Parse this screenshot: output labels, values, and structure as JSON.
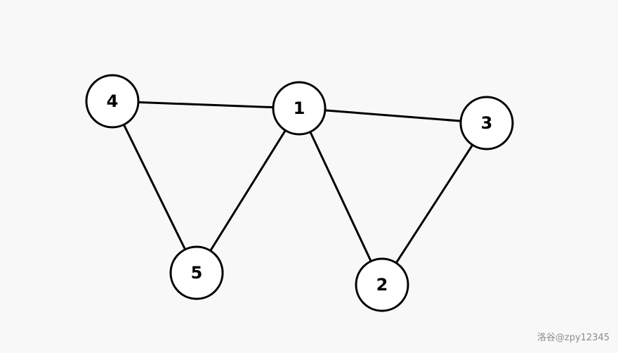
{
  "graph": {
    "nodes": [
      {
        "id": "1",
        "label": "1"
      },
      {
        "id": "2",
        "label": "2"
      },
      {
        "id": "3",
        "label": "3"
      },
      {
        "id": "4",
        "label": "4"
      },
      {
        "id": "5",
        "label": "5"
      }
    ],
    "edges": [
      {
        "from": "4",
        "to": "1"
      },
      {
        "from": "1",
        "to": "3"
      },
      {
        "from": "4",
        "to": "5"
      },
      {
        "from": "5",
        "to": "1"
      },
      {
        "from": "1",
        "to": "2"
      },
      {
        "from": "2",
        "to": "3"
      }
    ]
  },
  "colors": {
    "background": "#f8f8f8",
    "stroke": "#000000",
    "node_fill": "#ffffff",
    "watermark": "#8c8c8c"
  },
  "watermark": "洛谷@zpy12345"
}
